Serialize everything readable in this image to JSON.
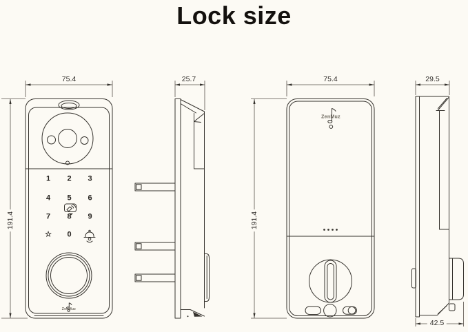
{
  "title": "Lock size",
  "brand": "ZenMuz",
  "colors": {
    "background": "#fcfaf4",
    "line": "#35322d",
    "title": "#14110e"
  },
  "views": {
    "front": {
      "width_mm": "75.4",
      "height_mm": "191.4",
      "keypad_keys": [
        "1",
        "2",
        "3",
        "4",
        "5",
        "6",
        "7",
        "8",
        "9",
        "☆",
        "0"
      ],
      "icons": [
        "rfid-card-icon",
        "doorbell-icon",
        "star-key",
        "fingerprint-knob",
        "camera-lens",
        "doorbell-camera-oval"
      ]
    },
    "side": {
      "depth_mm": "25.7",
      "mounting_bolts": 3
    },
    "back": {
      "width_mm": "75.4",
      "height_mm": "191.4",
      "indicator_dots": 4,
      "icons": [
        "thumb-turn",
        "reset-slot",
        "speaker-hole",
        "toggle-switch",
        "music-note-logo"
      ]
    },
    "back_side": {
      "depth_mm": "29.5",
      "bottom_depth_mm": "42.5"
    }
  }
}
